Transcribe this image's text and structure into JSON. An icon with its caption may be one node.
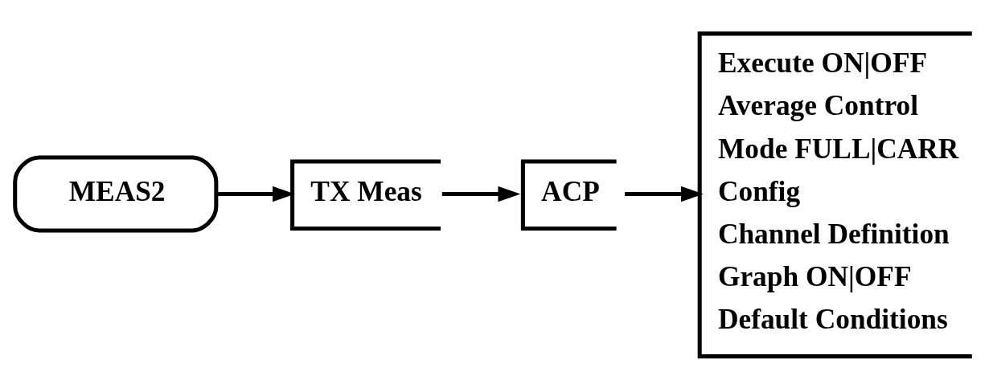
{
  "diagram": {
    "nodes": [
      {
        "text": [
          "MEAS2"
        ]
      },
      {
        "text": [
          "TX Meas"
        ]
      },
      {
        "text": [
          "ACP"
        ]
      },
      {
        "text": [
          "Execute ON|OFF",
          "Average Control",
          "Mode FULL|CARR",
          "Config",
          "Channel Definition",
          "Graph ON|OFF",
          "Default Conditions"
        ]
      }
    ],
    "edges": [
      {
        "from": 0,
        "to": 1,
        "arrow": "to"
      },
      {
        "from": 1,
        "to": 2,
        "arrow": "to"
      },
      {
        "from": 2,
        "to": 3,
        "arrow": "to"
      }
    ]
  }
}
